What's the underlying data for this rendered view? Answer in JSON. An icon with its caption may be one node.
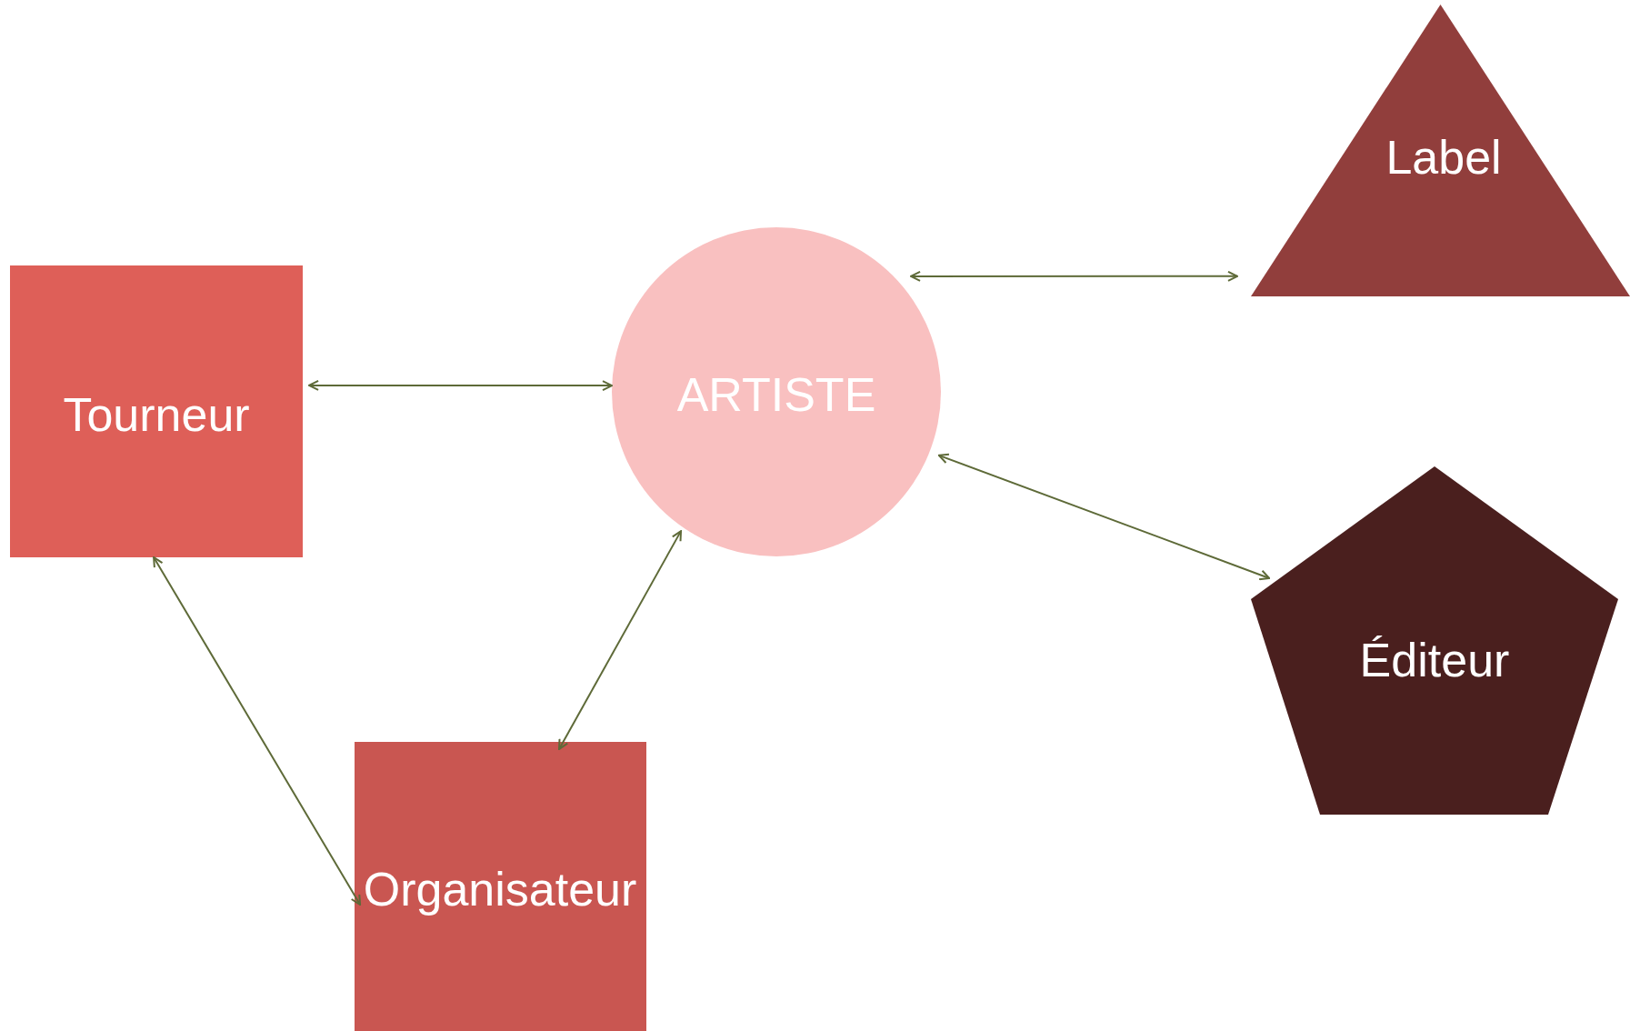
{
  "diagram": {
    "nodes": [
      {
        "text": [
          "Tourneur"
        ]
      },
      {
        "text": [
          "ARTISTE"
        ]
      },
      {
        "text": [
          "Label"
        ]
      },
      {
        "text": [
          "Éditeur"
        ]
      },
      {
        "text": [
          "Organisateur"
        ]
      }
    ],
    "edges": [
      {
        "from": 0,
        "to": 1,
        "arrow": "both"
      },
      {
        "from": 1,
        "to": 2,
        "arrow": "both"
      },
      {
        "from": 1,
        "to": 3,
        "arrow": "both"
      },
      {
        "from": 1,
        "to": 4,
        "arrow": "both"
      },
      {
        "from": 0,
        "to": 4,
        "arrow": "both"
      }
    ]
  }
}
